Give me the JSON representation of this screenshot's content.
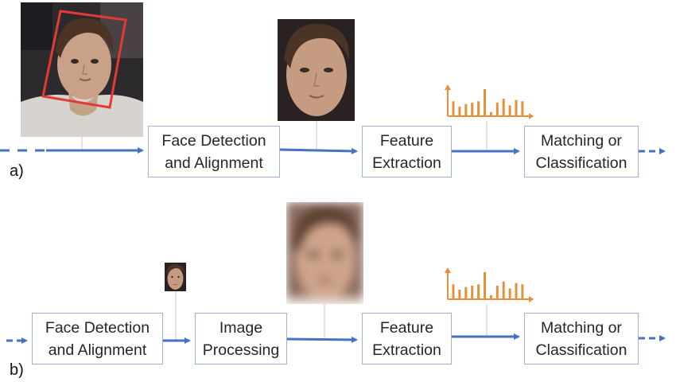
{
  "colors": {
    "arrow": "#4472c4",
    "box_border": "#9bb3d4",
    "feature_chart": "#e69138",
    "detection_box": "#e53935",
    "connector": "#c8c8c8"
  },
  "pipeline_a": {
    "label": "a)",
    "steps": [
      "Face Detection\nand Alignment",
      "Feature\nExtraction",
      "Matching or\nClassification"
    ],
    "images": [
      "input-photo-with-detection-box",
      "aligned-face-photo",
      "feature-histogram-icon"
    ]
  },
  "pipeline_b": {
    "label": "b)",
    "steps": [
      "Face Detection\nand Alignment",
      "Image\nProcessing",
      "Feature\nExtraction",
      "Matching or\nClassification"
    ],
    "images": [
      "tiny-face-photo",
      "blurred-face-photo",
      "feature-histogram-icon"
    ]
  },
  "feature_histogram_bars": [
    0.55,
    0.35,
    0.45,
    0.5,
    0.55,
    1.0,
    0.15,
    0.5,
    0.65,
    0.4,
    0.6,
    0.55
  ]
}
